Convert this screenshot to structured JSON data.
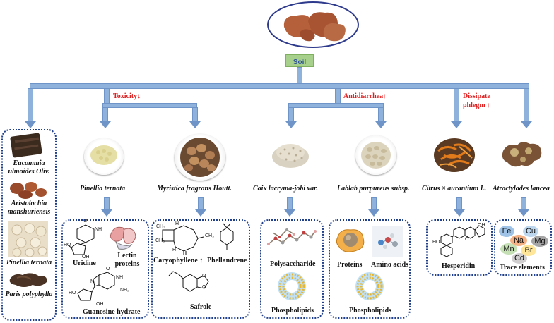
{
  "soil": {
    "label": "Soil"
  },
  "effects": {
    "toxicity": "Toxicity↓",
    "antidiarrhea": "Antidiarrhea↑",
    "dissipate_line1": "Dissipate",
    "dissipate_line2": "phlegm ↑"
  },
  "left_panel": {
    "items": [
      "Eucommia ulmoides Oliv.",
      "Aristolochia manshuriensis",
      "Pinellia ternata",
      "Paris polyphylla"
    ]
  },
  "herbs": [
    {
      "name": "Pinellia ternata",
      "compounds": [
        "Uridine",
        "Lectin proteins",
        "Guanosine hydrate"
      ]
    },
    {
      "name": "Myristica fragrans Houtt.",
      "compounds": [
        "Caryophyllene ↑",
        "Phellandrene",
        "Safrole"
      ]
    },
    {
      "name": "Coix lacryma-jobi var.",
      "compounds": [
        "Polysaccharide",
        "Phospholipids"
      ]
    },
    {
      "name": "Lablab purpureus subsp.",
      "compounds": [
        "Proteins",
        "Amino acids",
        "Phospholipids"
      ]
    },
    {
      "name": "Citrus × aurantium L.",
      "compounds": [
        "Hesperidin"
      ]
    },
    {
      "name": "Atractylodes lancea",
      "compounds": [
        "Trace elements"
      ]
    }
  ],
  "structure_atoms": {
    "o": "O",
    "oh": "OH",
    "ho": "HO",
    "n": "N",
    "nh": "NH",
    "nh2": "NH₂",
    "ch3": "CH₃",
    "h": "H"
  },
  "trace_elements": [
    "Fe",
    "Cu",
    "Na",
    "Mg",
    "Mn",
    "Br",
    "Cd"
  ],
  "colors": {
    "pipe": "#8fb2dc",
    "pipe_border": "#6f95c8",
    "dashed_border": "#1f3f8a",
    "soil_box": "#a8d08d",
    "soil_text": "#2f5597",
    "effect_red": "#e02020"
  }
}
